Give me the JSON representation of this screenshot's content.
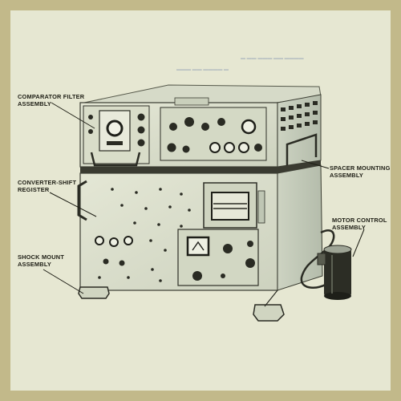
{
  "labels": {
    "comparator_filter": [
      "COMPARATOR FILTER",
      "ASSEMBLY"
    ],
    "converter_shift": [
      "CONVERTER-SHIFT",
      "REGISTER"
    ],
    "shock_mount": [
      "SHOCK MOUNT",
      "ASSEMBLY"
    ],
    "spacer_mounting": [
      "SPACER MOUNTING",
      "ASSEMBLY"
    ],
    "motor_control": [
      "MOTOR CONTROL",
      "ASSEMBLY"
    ]
  },
  "colors": {
    "border": "#c2b98a",
    "paper": "#e6e7d2",
    "cabinet_light": "#dfe3cf",
    "cabinet_shade": "#bfc6b4",
    "ink": "#1d1d14"
  }
}
